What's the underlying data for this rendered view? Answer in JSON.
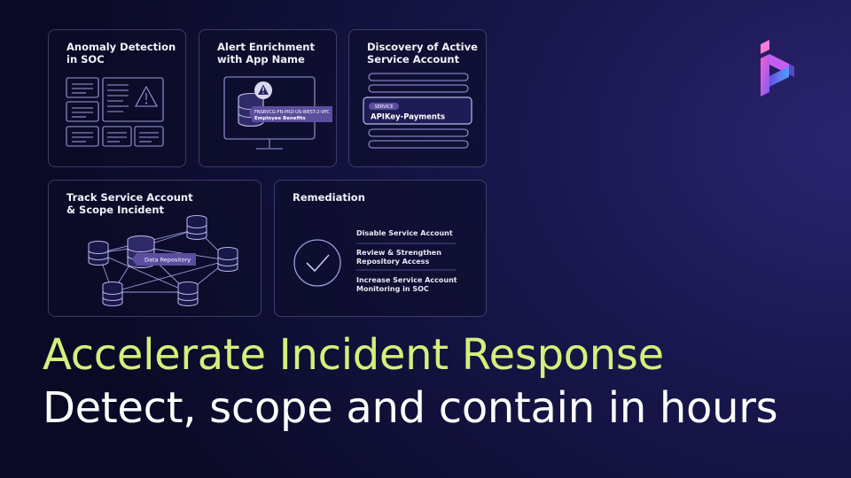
{
  "cards": {
    "anomaly": {
      "title": "Anomaly Detection\nin SOC",
      "icon": "warning-icon"
    },
    "enrichment": {
      "title": "Alert Enrichment\nwith App Name",
      "tag_line1": "FNSRVCG-FN-PRD-US-WEST-2-VPC",
      "tag_line2": "Employee Benefits",
      "icon": "warning-icon"
    },
    "discovery": {
      "title": "Discovery of Active\nService Account",
      "badge": "SERVICE",
      "account": "APIKey-Payments"
    },
    "track": {
      "title": "Track Service Account\n& Scope Incident",
      "repo_label": "Data Repository"
    },
    "remediation": {
      "title": "Remediation",
      "icon": "checkmark-circle-icon",
      "steps": [
        "Disable Service Account",
        "Review & Strengthen\nRepository Access",
        "Increase Service Account\nMonitoring in SOC"
      ]
    }
  },
  "headline": "Accelerate Incident Response",
  "subheadline": "Detect, scope and contain in hours",
  "colors": {
    "accent": "#d3f07a",
    "card_border": "#9c9ce0",
    "logo_start": "#ff5ec8",
    "logo_end": "#7b5cff"
  },
  "brand": {
    "icon": "brand-logo-icon"
  }
}
